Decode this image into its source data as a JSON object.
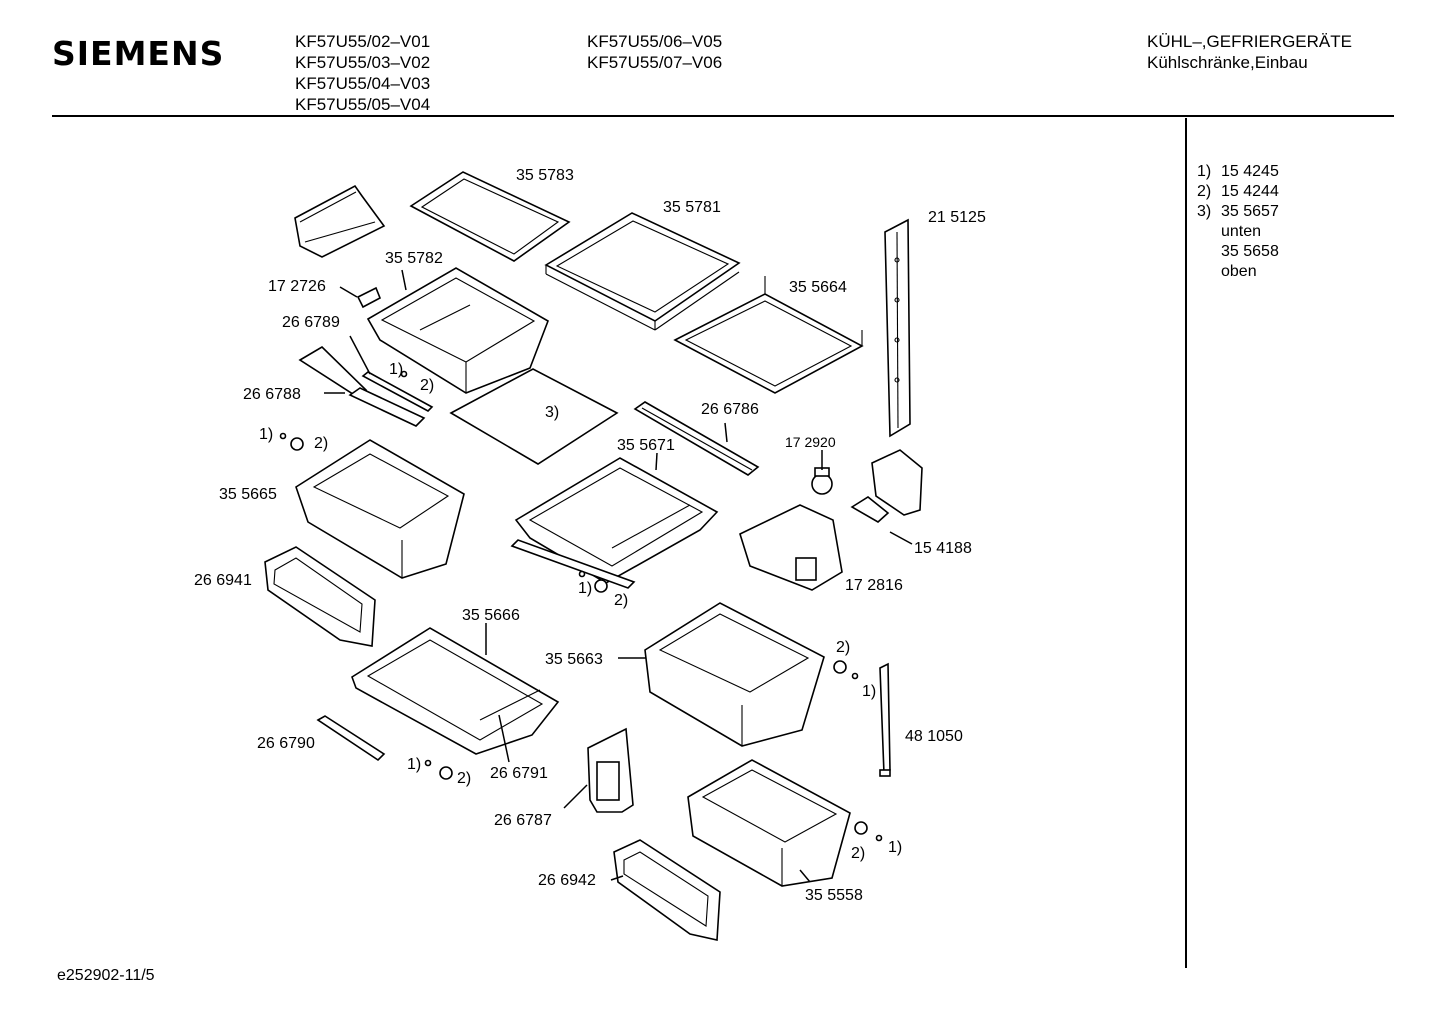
{
  "header": {
    "brand": "SIEMENS",
    "models_col1": [
      "KF57U55/02–V01",
      "KF57U55/03–V02",
      "KF57U55/04–V03",
      "KF57U55/05–V04"
    ],
    "models_col2": [
      "KF57U55/06–V05",
      "KF57U55/07–V06"
    ],
    "category": "KÜHL–,GEFRIERGERÄTE",
    "subcategory": "Kühlschränke,Einbau"
  },
  "notes": [
    {
      "key": "1)",
      "value": "15 4245"
    },
    {
      "key": "2)",
      "value": "15 4244"
    },
    {
      "key": "3)",
      "value": "35 5657"
    }
  ],
  "notes_extra": [
    "unten",
    "35 5658",
    "oben"
  ],
  "footer": {
    "doc_ref": "e252902-11/5"
  },
  "parts": {
    "p355783": "35 5783",
    "p355781": "35 5781",
    "p215125": "21 5125",
    "p355782": "35 5782",
    "p172726": "17 2726",
    "p355664": "35 5664",
    "p266789": "26 6789",
    "p266788": "26 6788",
    "p266786": "26 6786",
    "p355671": "35 5671",
    "p172920": "17 2920",
    "p355665": "35 5665",
    "p154188": "15 4188",
    "p172816": "17 2816",
    "p266941": "26 6941",
    "p355666": "35 5666",
    "p355663": "35 5663",
    "p481050": "48 1050",
    "p266790": "26 6790",
    "p266791": "26 6791",
    "p266787": "26 6787",
    "p266942": "26 6942",
    "p355558": "35 5558"
  },
  "refs": {
    "r1": "1)",
    "r2": "2)",
    "r3": "3)"
  }
}
